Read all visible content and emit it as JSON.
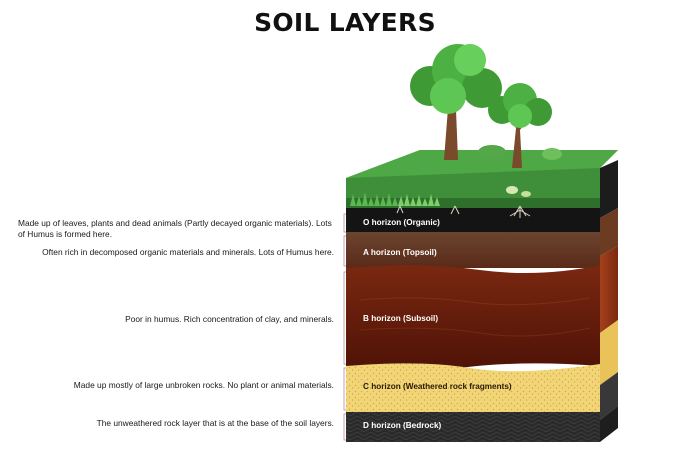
{
  "title": "SOIL LAYERS",
  "layers": [
    {
      "key": "o",
      "label": "O horizon (Organic)",
      "description": "Made up of leaves, plants and dead animals (Partly decayed organic materials). Lots of Humus is formed here."
    },
    {
      "key": "a",
      "label": "A horizon (Topsoil)",
      "description": "Often rich in decomposed organic materials and minerals. Lots of Humus here."
    },
    {
      "key": "b",
      "label": "B horizon (Subsoil)",
      "description": "Poor in humus. Rich concentration of clay, and minerals."
    },
    {
      "key": "c",
      "label": "C horizon (Weathered rock fragments)",
      "description": "Made up mostly of large unbroken rocks. No plant or animal materials."
    },
    {
      "key": "d",
      "label": "D horizon (Bedrock)",
      "description": "The unweathered rock layer that is at the base of the soil layers."
    }
  ],
  "colors": {
    "grass": "#3f8f3a",
    "o_horizon": "#141414",
    "a_horizon": "#5a3a24",
    "b_horizon": "#6e1e0c",
    "c_horizon": "#f1d577",
    "d_horizon": "#2a2a2a",
    "bracket": "#c9a0a8"
  }
}
